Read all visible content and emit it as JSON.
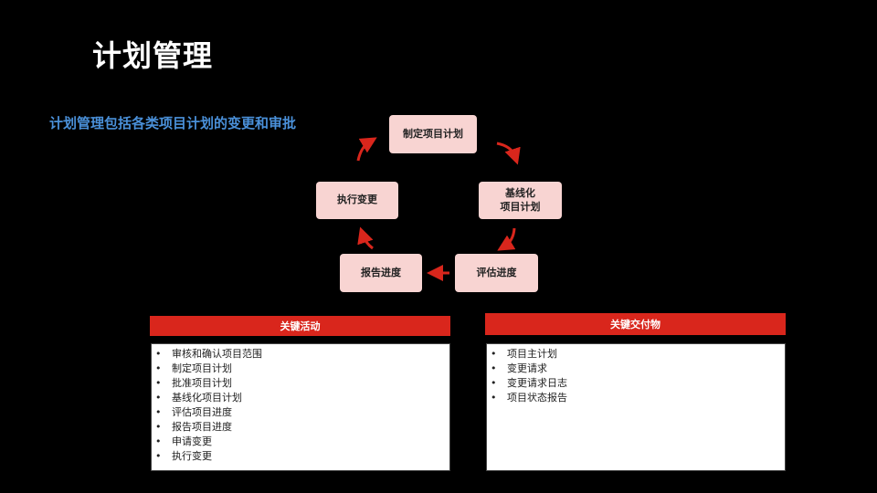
{
  "title": "计划管理",
  "subtitle": "计划管理包括各类项目计划的变更和审批",
  "cycle": {
    "nodes": [
      "制定项目计划",
      "基线化\n项目计划",
      "评估进度",
      "报告进度",
      "执行变更"
    ],
    "arrow_color": "#d9261c",
    "node_color": "#f8d4d2"
  },
  "activities": {
    "header": "关键活动",
    "items": [
      "审核和确认项目范围",
      "制定项目计划",
      "批准项目计划",
      "基线化项目计划",
      "评估项目进度",
      "报告项目进度",
      "申请变更",
      "执行变更"
    ]
  },
  "deliverables": {
    "header": "关键交付物",
    "items": [
      "项目主计划",
      "变更请求",
      "变更请求日志",
      "项目状态报告"
    ]
  }
}
